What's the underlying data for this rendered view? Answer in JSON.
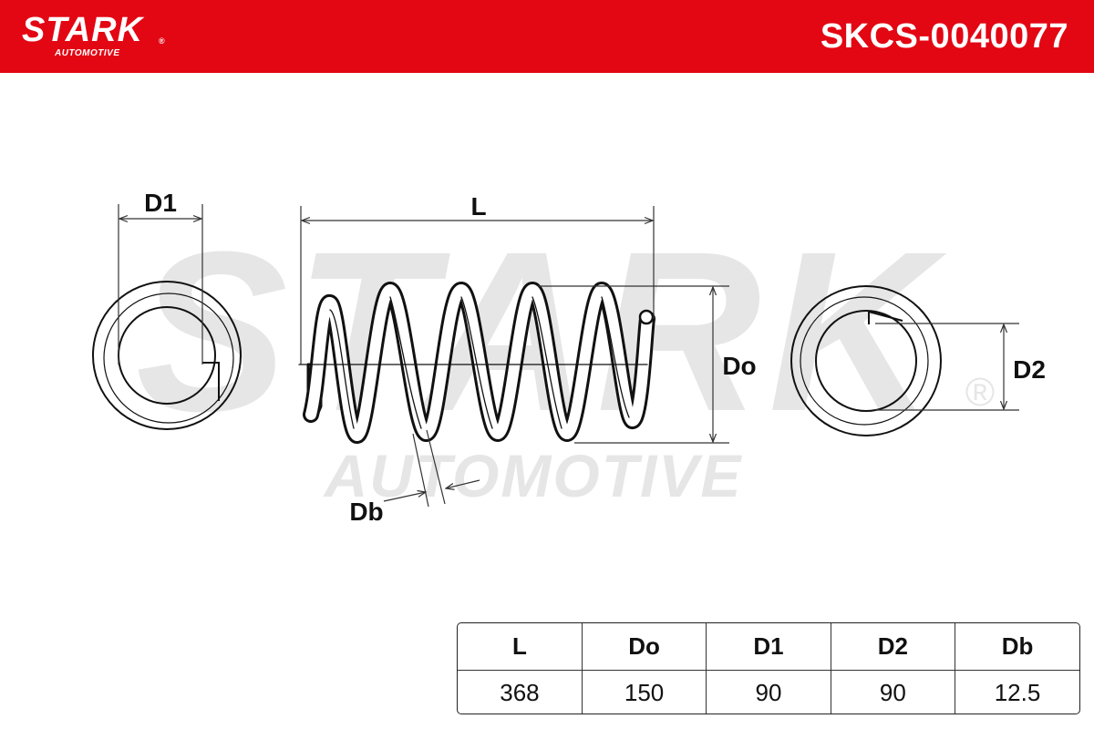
{
  "header": {
    "brand_name": "STARK",
    "brand_registered": "®",
    "brand_sub": "AUTOMOTIVE",
    "part_number": "SKCS-0040077",
    "background_color": "#e30613"
  },
  "watermark": {
    "brand_name": "STARK",
    "brand_sub": "AUTOMOTIVE",
    "registered": "®",
    "color": "#e6e6e6"
  },
  "diagram": {
    "labels": {
      "d1": "D1",
      "l": "L",
      "do": "Do",
      "db": "Db",
      "d2": "D2"
    }
  },
  "spec_table": {
    "headers": [
      "L",
      "Do",
      "D1",
      "D2",
      "Db"
    ],
    "values": [
      "368",
      "150",
      "90",
      "90",
      "12.5"
    ]
  }
}
